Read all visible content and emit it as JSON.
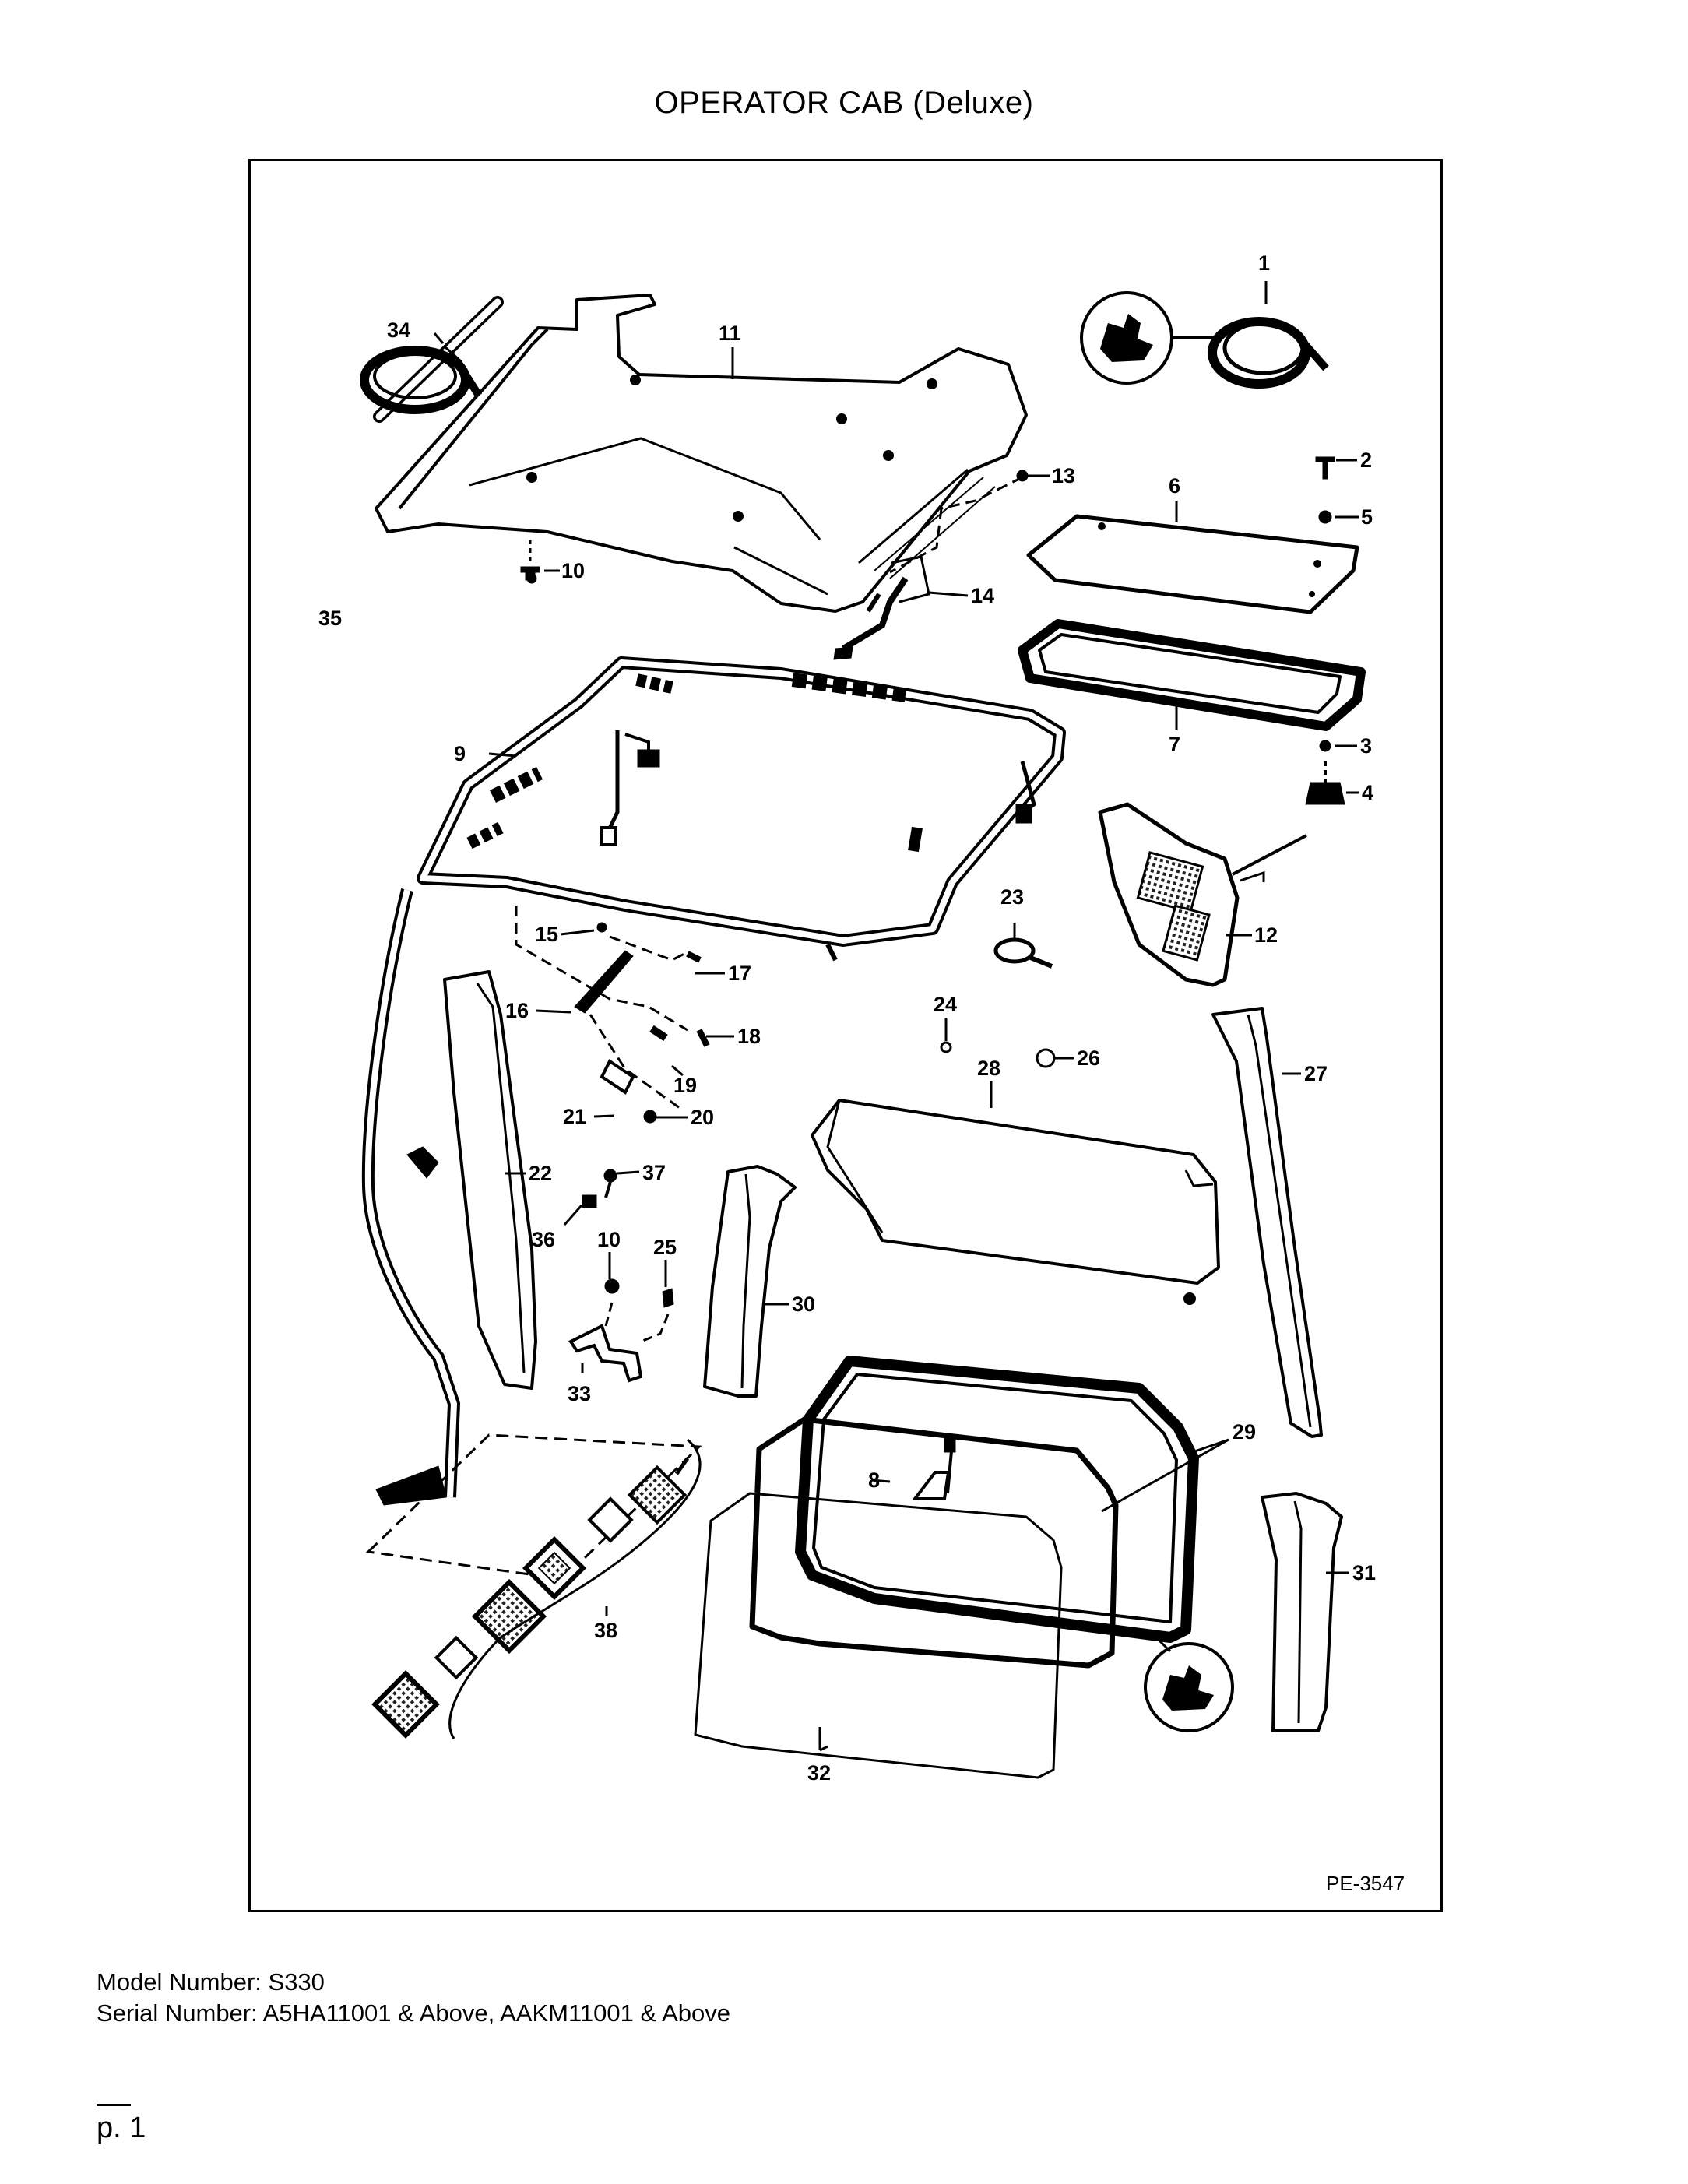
{
  "title": "OPERATOR CAB (Deluxe)",
  "diagram": {
    "drawing_code": "PE-3547",
    "callouts": [
      "1",
      "2",
      "3",
      "4",
      "5",
      "6",
      "7",
      "8",
      "9",
      "10",
      "10",
      "11",
      "12",
      "13",
      "14",
      "15",
      "16",
      "17",
      "18",
      "19",
      "20",
      "21",
      "22",
      "23",
      "24",
      "25",
      "26",
      "27",
      "28",
      "29",
      "30",
      "31",
      "32",
      "33",
      "34",
      "35",
      "36",
      "37",
      "38"
    ]
  },
  "footer": {
    "model_label": "Model Number: S330",
    "serial_label": "Serial Number: A5HA11001 & Above, AAKM11001 & Above"
  },
  "page_label": "p. 1"
}
